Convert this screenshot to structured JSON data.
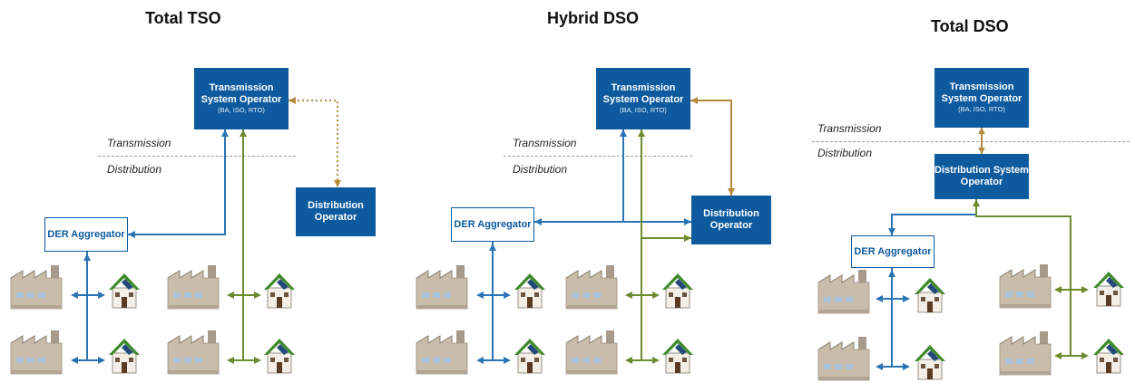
{
  "colors": {
    "blue": "#2a74b4",
    "green": "#6e8a2e",
    "gold": "#b58a3c",
    "box_blue": "#0d5a9e"
  },
  "panels": [
    {
      "title": "Total TSO",
      "tso": {
        "line1": "Transmission",
        "line2": "System Operator",
        "sub": "(BA, ISO, RTO)"
      },
      "transmission_label": "Transmission",
      "distribution_label": "Distribution",
      "do_box": {
        "line1": "Distribution",
        "line2": "Operator"
      },
      "aggregator": "DER Aggregator"
    },
    {
      "title": "Hybrid DSO",
      "tso": {
        "line1": "Transmission",
        "line2": "System Operator",
        "sub": "(BA, ISO, RTO)"
      },
      "transmission_label": "Transmission",
      "distribution_label": "Distribution",
      "do_box": {
        "line1": "Distribution",
        "line2": "Operator"
      },
      "aggregator": "DER Aggregator"
    },
    {
      "title": "Total DSO",
      "tso": {
        "line1": "Transmission",
        "line2": "System Operator",
        "sub": "(BA, ISO, RTO)"
      },
      "transmission_label": "Transmission",
      "distribution_label": "Distribution",
      "do_box": {
        "line1": "Distribution System",
        "line2": "Operator"
      },
      "aggregator": "DER Aggregator"
    }
  ],
  "icons": {
    "factory": "factory-icon",
    "house": "solar-house-icon"
  }
}
